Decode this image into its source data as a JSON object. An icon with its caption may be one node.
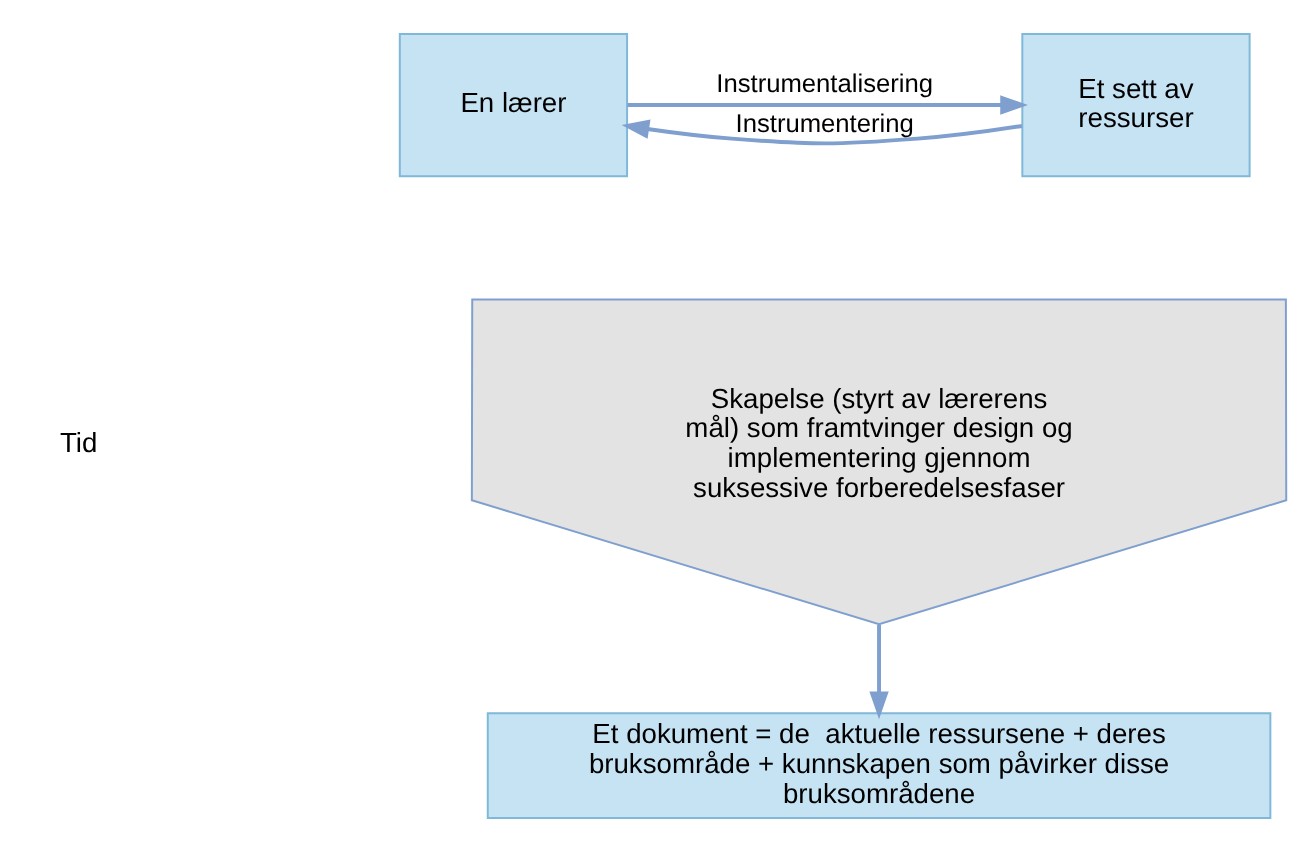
{
  "diagram": {
    "nodes": [
      {
        "text": [
          "En lærer"
        ]
      },
      {
        "text": [
          "Et sett av ressurser"
        ]
      },
      {
        "text": [
          "Skapelse (styrt av lærerens mål) som framtvinger design og implementering gjennom suksessive forberedelsesfaser"
        ]
      },
      {
        "text": [
          "Et dokument = de  aktuelle ressursene + deres bruksområde + kunnskapen som påvirker disse bruksområdene"
        ]
      }
    ],
    "edges": [
      {
        "from": 0,
        "to": 1,
        "arrow": "to",
        "label": "Instrumentalisering"
      },
      {
        "from": 1,
        "to": 0,
        "arrow": "to",
        "label": "Instrumentering"
      },
      {
        "from": 2,
        "to": 3,
        "arrow": "to"
      }
    ],
    "labels": [
      "Tid"
    ]
  }
}
